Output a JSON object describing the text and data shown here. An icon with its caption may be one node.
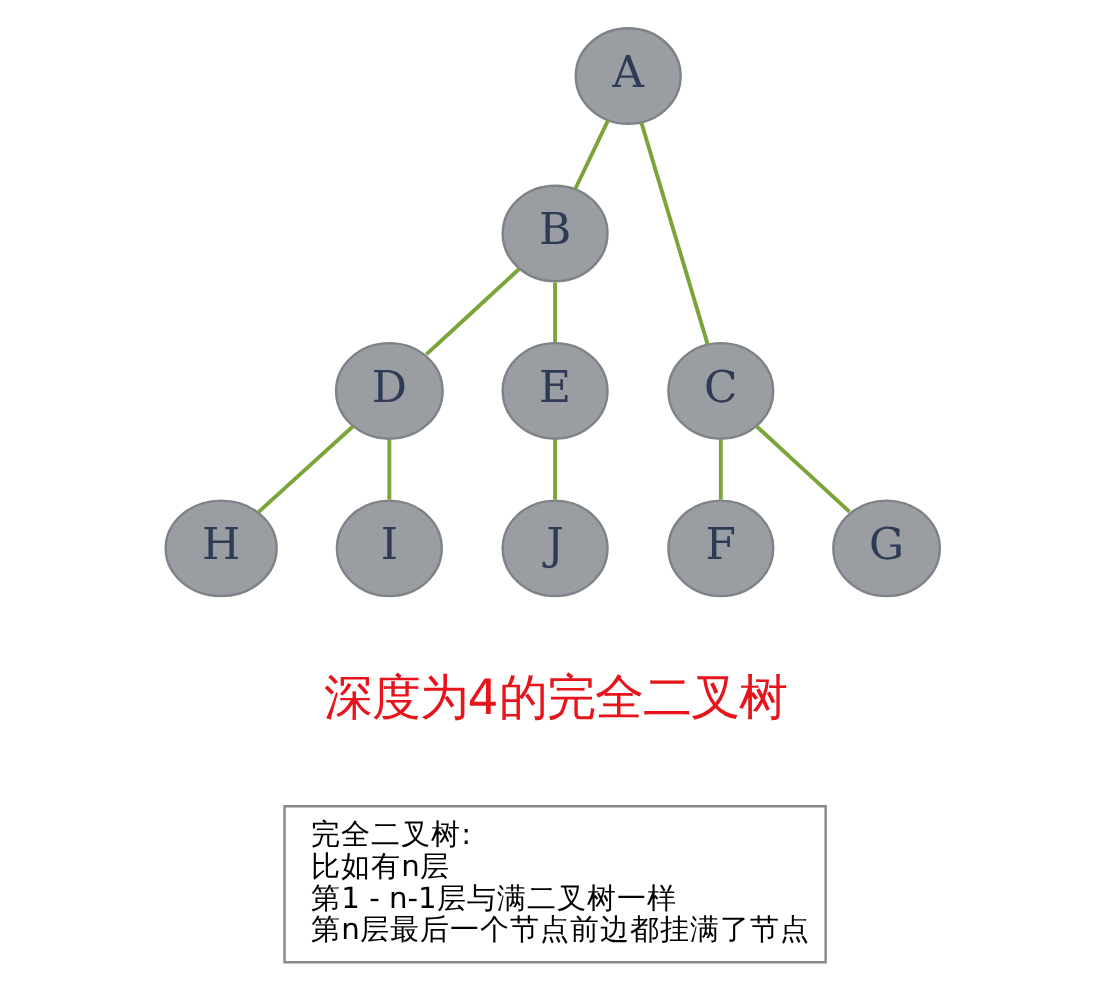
{
  "diagram": {
    "nodes": [
      {
        "text": [
          "A"
        ]
      },
      {
        "text": [
          "B"
        ]
      },
      {
        "text": [
          "C"
        ]
      },
      {
        "text": [
          "D"
        ]
      },
      {
        "text": [
          "E"
        ]
      },
      {
        "text": [
          "F"
        ]
      },
      {
        "text": [
          "G"
        ]
      },
      {
        "text": [
          "H"
        ]
      },
      {
        "text": [
          "I"
        ]
      },
      {
        "text": [
          "J"
        ]
      },
      {
        "text": [
          "完全二叉树:",
          "比如有n层",
          "第1 - n-1层与满二叉树一样",
          "第n层最后一个节点前边都挂满了节点"
        ]
      }
    ],
    "edges": [
      {
        "from": 0,
        "to": 1,
        "arrow": "none"
      },
      {
        "from": 0,
        "to": 2,
        "arrow": "none"
      },
      {
        "from": 1,
        "to": 3,
        "arrow": "none"
      },
      {
        "from": 1,
        "to": 4,
        "arrow": "none"
      },
      {
        "from": 2,
        "to": 5,
        "arrow": "none"
      },
      {
        "from": 2,
        "to": 6,
        "arrow": "none"
      },
      {
        "from": 3,
        "to": 7,
        "arrow": "none"
      },
      {
        "from": 3,
        "to": 8,
        "arrow": "none"
      },
      {
        "from": 4,
        "to": 9,
        "arrow": "none"
      }
    ],
    "labels": [
      "深度为4的完全二叉树"
    ]
  }
}
